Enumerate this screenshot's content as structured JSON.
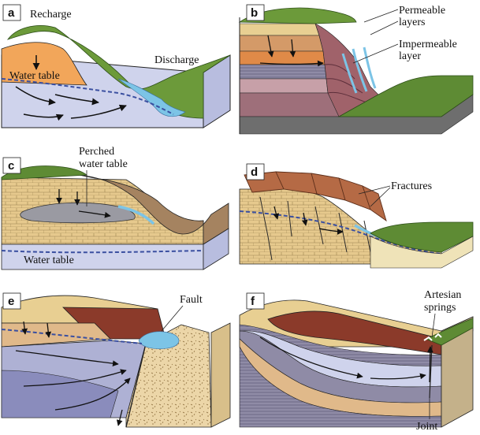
{
  "panels": {
    "a": {
      "letter": "a",
      "recharge": "Recharge",
      "discharge": "Discharge",
      "water_table": "Water table"
    },
    "b": {
      "letter": "b",
      "permeable_line1": "Permeable",
      "permeable_line2": "layers",
      "impermeable_line1": "Impermeable",
      "impermeable_line2": "layer"
    },
    "c": {
      "letter": "c",
      "perched_line1": "Perched",
      "perched_line2": "water table",
      "water_table": "Water table"
    },
    "d": {
      "letter": "d",
      "fractures": "Fractures"
    },
    "e": {
      "letter": "e",
      "fault": "Fault"
    },
    "f": {
      "letter": "f",
      "artesian_line1": "Artesian",
      "artesian_line2": "springs",
      "joint": "Joint"
    }
  },
  "colors": {
    "sky_blue_ground": "#cfd3ec",
    "tan": "#e8cf92",
    "orange_soil": "#f2a65a",
    "green_veg": "#5e8b34",
    "dark_green": "#3f6b22",
    "red_brown": "#8b3a2a",
    "mauve": "#b88b8b",
    "grey": "#8e8e8e",
    "water": "#7cc4e6",
    "water_table_line": "#3a4fa0",
    "frame": "#222222"
  }
}
